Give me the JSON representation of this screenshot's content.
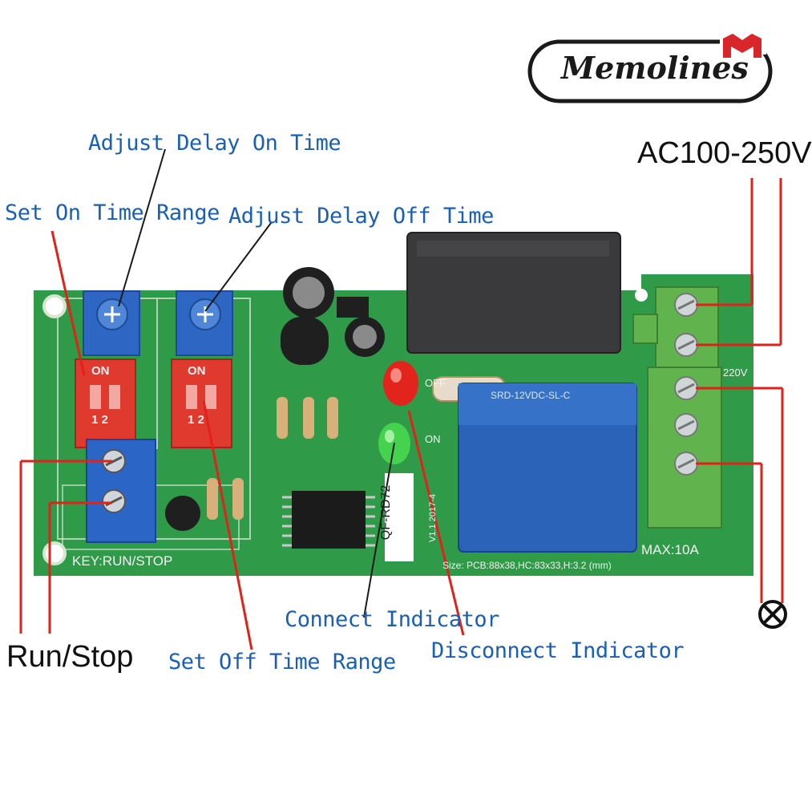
{
  "brand": {
    "logo_text": "Memolines"
  },
  "labels": {
    "adjust_delay_on": "Adjust Delay On Time",
    "set_on_range": "Set On Time Range",
    "adjust_delay_off": "Adjust Delay Off Time",
    "set_off_range": "Set Off Time Range",
    "connect_indicator": "Connect Indicator",
    "disconnect_indicator": "Disconnect Indicator",
    "run_stop": "Run/Stop",
    "voltage": "AC100-250V",
    "load_symbol": "X"
  },
  "board": {
    "key_run_stop": "KEY:RUN/STOP",
    "max_current": "MAX:10A",
    "model": "QF-RD72",
    "version": "V1.1 2017-4",
    "size": "Size: PCB:88x38,HC:83x33,H:3.2 (mm)",
    "v220": "220V",
    "dip_on": "ON",
    "dip_12": "1 2",
    "relay_text": "SRD-12VDC-SL-C",
    "off": "OFF",
    "on": "ON"
  },
  "colors": {
    "pcb": "#2e9a4a",
    "annotation_line": "#e0221b",
    "label_blue": "#1a5fb4",
    "relay_blue": "#2a63b8",
    "dip_red": "#e0332a",
    "terminal_green": "#5cb04a"
  }
}
